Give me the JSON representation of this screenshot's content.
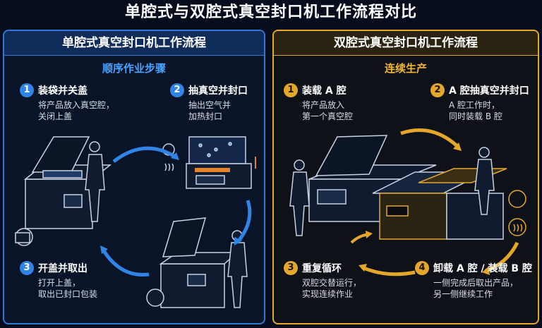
{
  "title": "单腔式与双腔式真空封口机工作流程对比",
  "colors": {
    "blue": "#2f84e6",
    "gold": "#e5a72a",
    "background": "#070d1c"
  },
  "left": {
    "heading": "单腔式真空封口机工作流程",
    "subtitle": "顺序作业步骤",
    "steps": [
      {
        "num": "1",
        "title": "装袋并关盖",
        "lines": [
          "将产品放入真空腔，",
          "关闭上盖"
        ]
      },
      {
        "num": "2",
        "title": "抽真空并封口",
        "lines": [
          "抽出空气并",
          "加热封口"
        ]
      },
      {
        "num": "3",
        "title": "开盖并取出",
        "lines": [
          "打开上盖，",
          "取出已封口包装"
        ]
      }
    ]
  },
  "right": {
    "heading": "双腔式真空封口机工作流程",
    "subtitle": "连续生产",
    "steps": [
      {
        "num": "1",
        "title": "装载 A 腔",
        "lines": [
          "将产品放入",
          "第一个真空腔"
        ]
      },
      {
        "num": "2",
        "title": "A 腔抽真空并封口",
        "lines": [
          "A 腔工作时，",
          "同时装载 B 腔"
        ]
      },
      {
        "num": "3",
        "title": "重复循环",
        "lines": [
          "双腔交替运行，",
          "实现连续作业"
        ]
      },
      {
        "num": "4",
        "title": "卸载 A 腔 / 装载 B 腔",
        "lines": [
          "一侧完成后取出产品，",
          "另一侧继续工作"
        ]
      }
    ]
  }
}
